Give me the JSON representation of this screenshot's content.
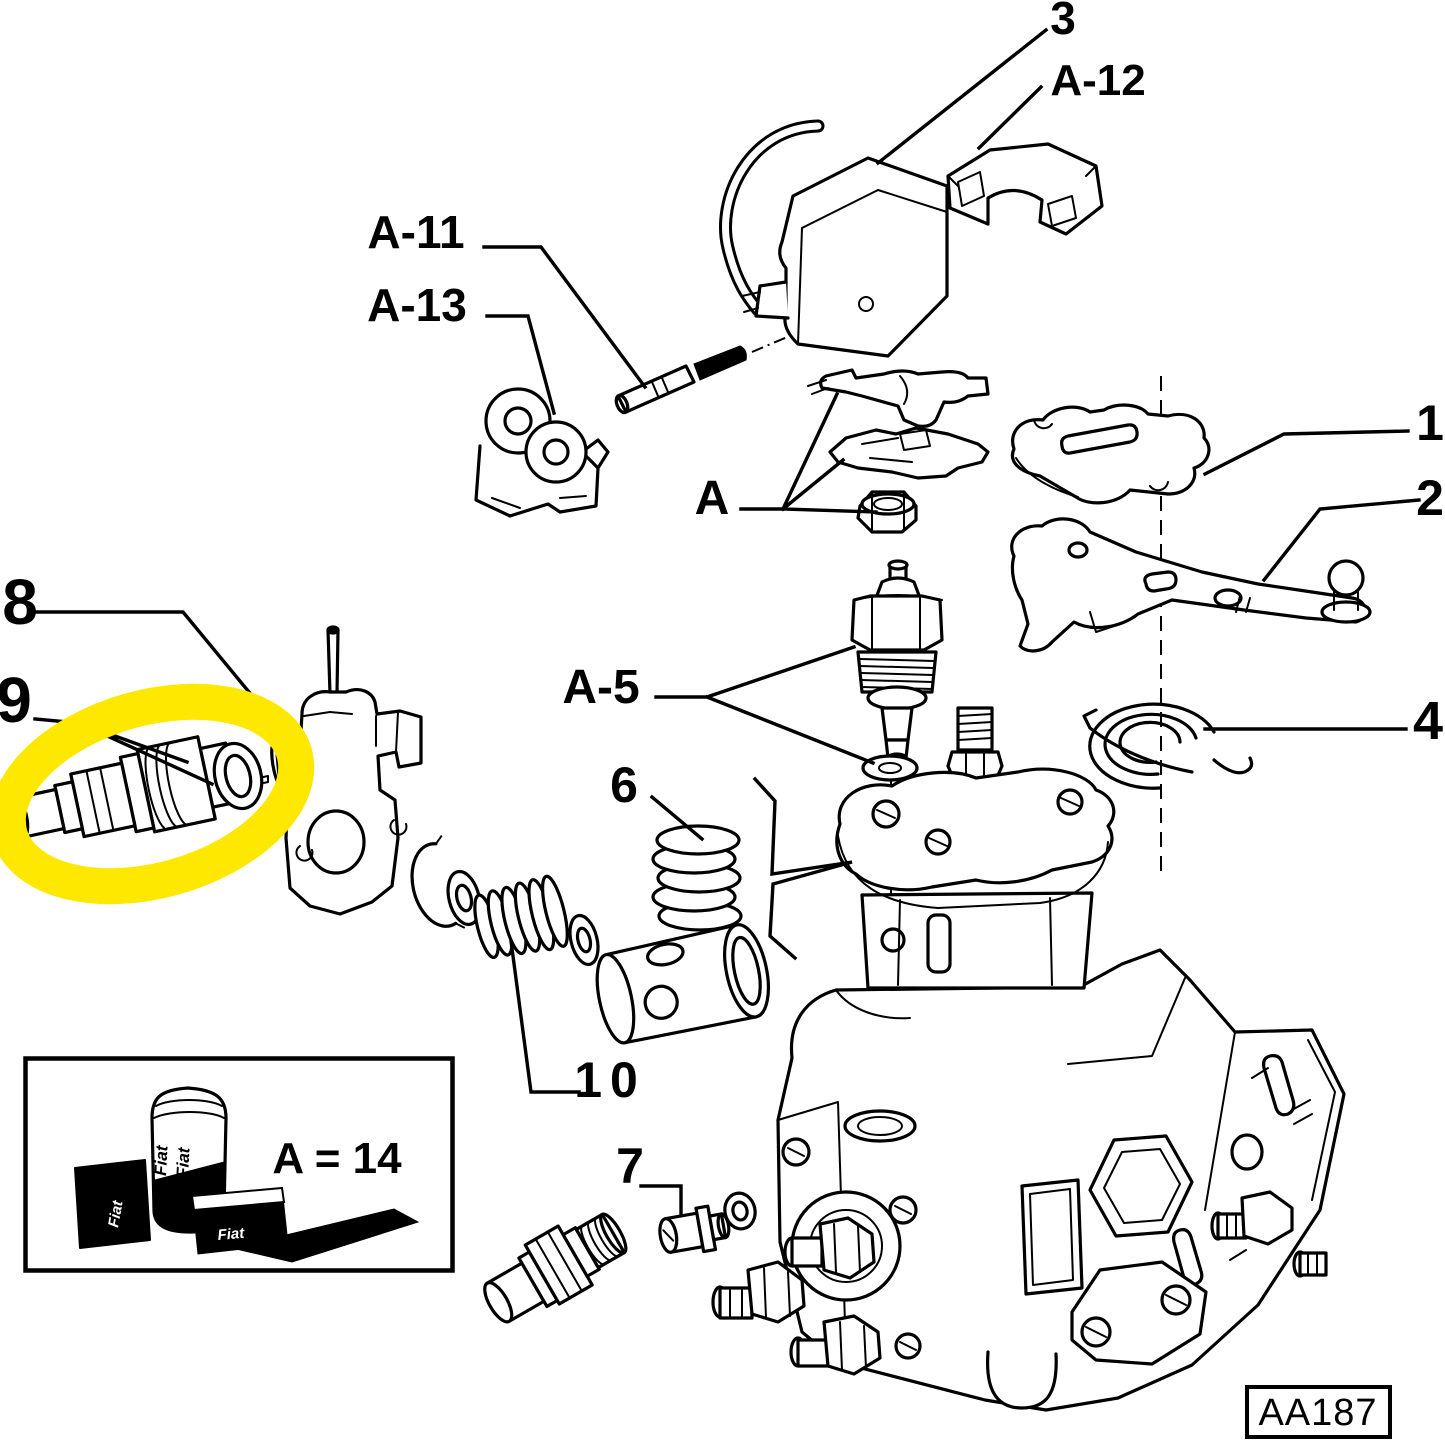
{
  "diagram": {
    "labels": {
      "n1": "1",
      "n2": "2",
      "n3": "3",
      "n4": "4",
      "n6": "6",
      "n7": "7",
      "n8": "8",
      "n9": "9",
      "n10": "10",
      "a": "A",
      "a5": "A-5",
      "a11": "A-11",
      "a12": "A-12",
      "a13": "A-13"
    },
    "legend": {
      "equation": "A = 14",
      "brand": "Fiat"
    },
    "figure_code": "AA187",
    "highlight_color": "#ffe800",
    "line_color": "#000000",
    "background_color": "#ffffff"
  }
}
